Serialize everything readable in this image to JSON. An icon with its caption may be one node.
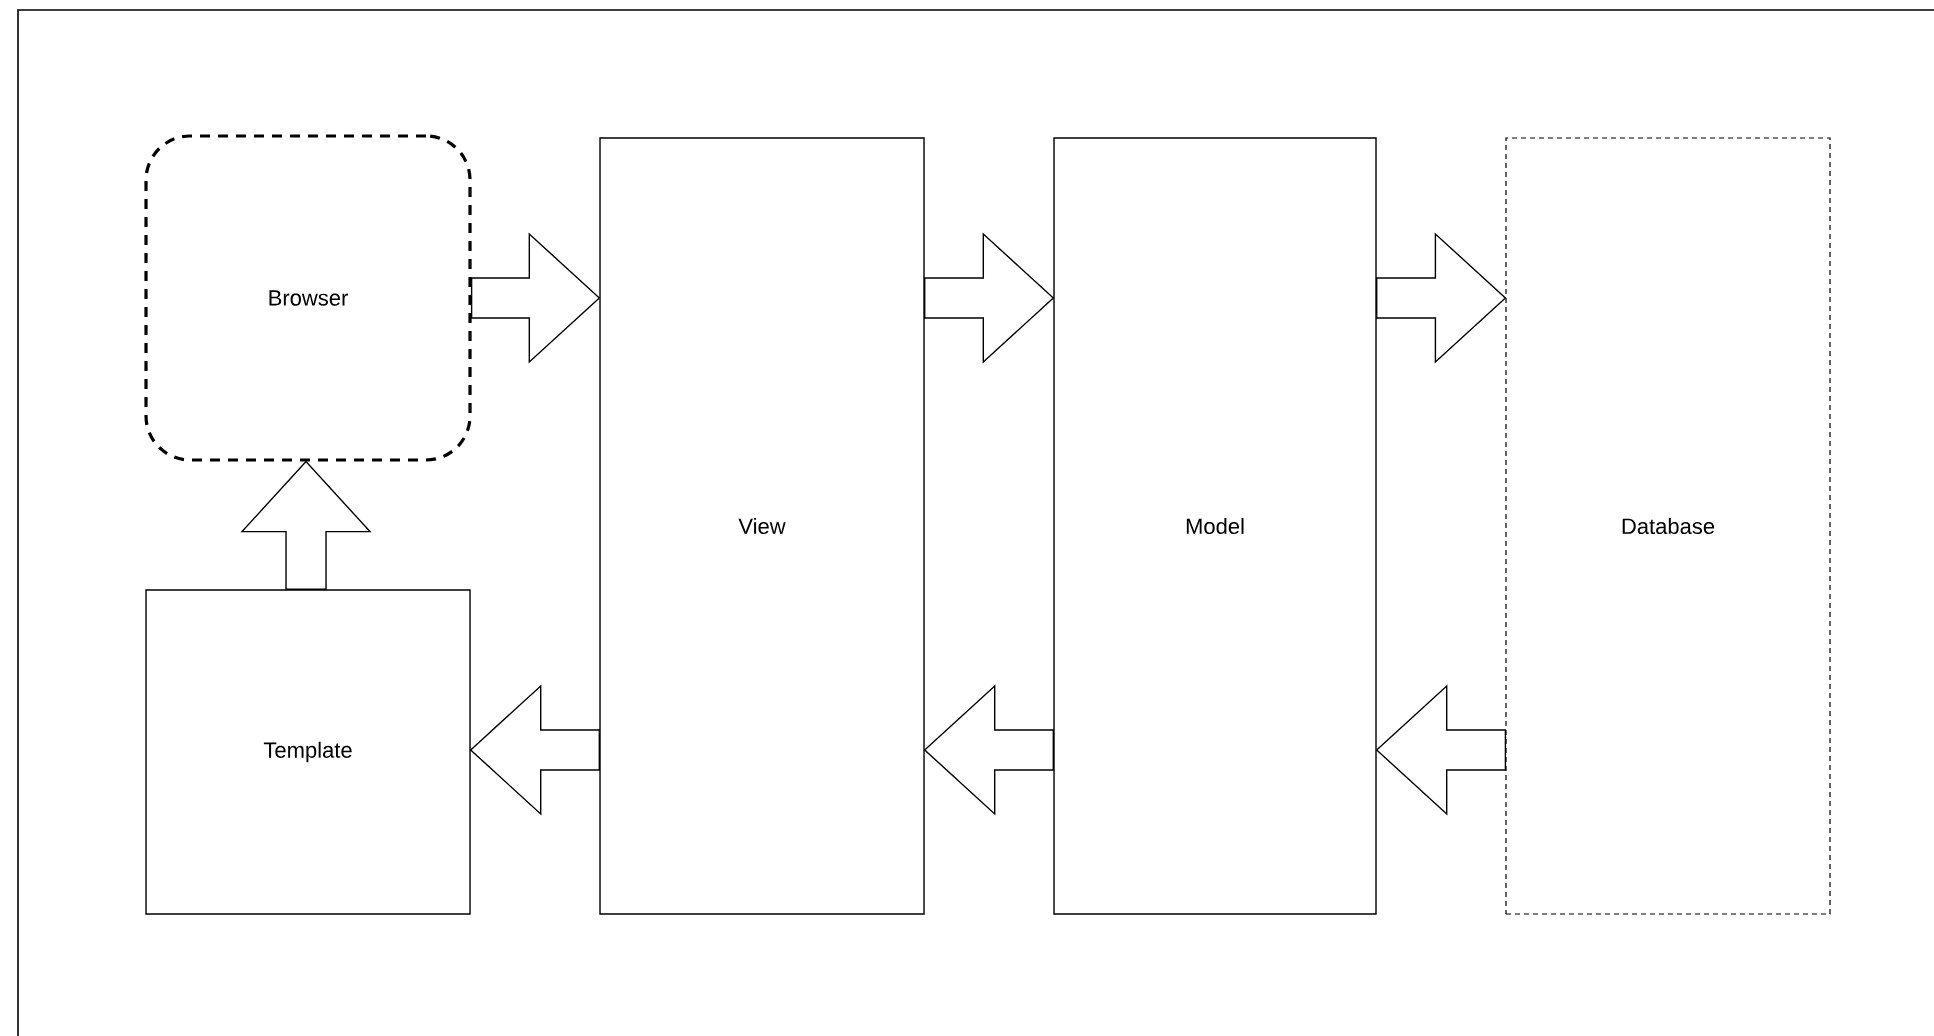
{
  "diagram": {
    "nodes": [
      {
        "text": [
          "Browser"
        ]
      },
      {
        "text": [
          "View"
        ]
      },
      {
        "text": [
          "Model"
        ]
      },
      {
        "text": [
          "Database"
        ]
      },
      {
        "text": [
          "Template"
        ]
      }
    ],
    "edges": [
      {
        "from": 0,
        "to": 1,
        "arrow": "to"
      },
      {
        "from": 1,
        "to": 2,
        "arrow": "to"
      },
      {
        "from": 2,
        "to": 3,
        "arrow": "to"
      },
      {
        "from": 3,
        "to": 2,
        "arrow": "to"
      },
      {
        "from": 2,
        "to": 1,
        "arrow": "to"
      },
      {
        "from": 1,
        "to": 4,
        "arrow": "to"
      },
      {
        "from": 4,
        "to": 0,
        "arrow": "to"
      }
    ]
  }
}
